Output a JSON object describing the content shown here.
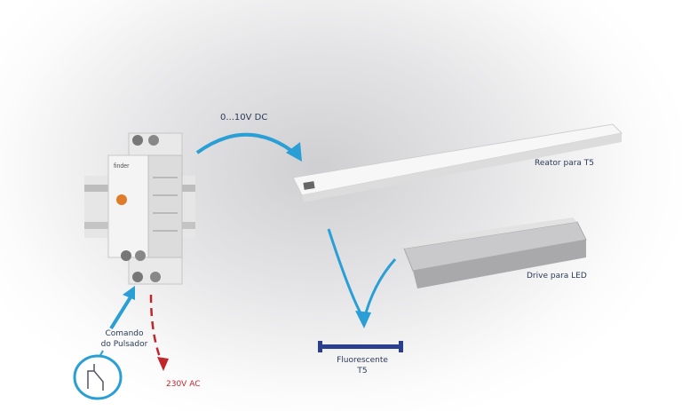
{
  "labels": {
    "signal": "0...10V DC",
    "ballast": "Reator para T5",
    "led_driver": "Drive para LED",
    "lamp_line1": "Fluorescente",
    "lamp_line2": "T5",
    "pushbutton_line1": "Comando",
    "pushbutton_line2": "do Pulsador",
    "mains": "230V AC"
  },
  "device": {
    "brand": "finder"
  },
  "colors": {
    "arrow_blue": "#2a9fd6",
    "arrow_red": "#c0272d",
    "text": "#2a3a55"
  }
}
